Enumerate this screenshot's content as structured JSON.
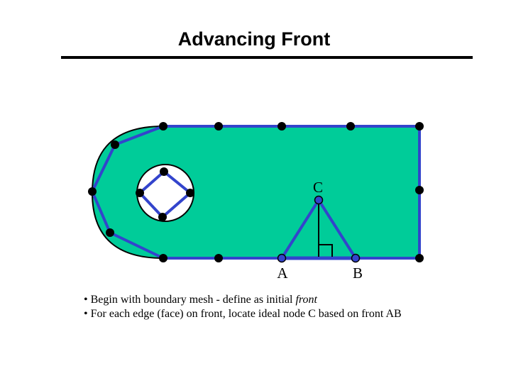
{
  "title": "Advancing Front",
  "diagram": {
    "colors": {
      "fill": "#00cc99",
      "edge": "#3344cc",
      "outline": "#000000",
      "node": "#000000",
      "accent_node": "#3344cc"
    },
    "labels": {
      "a": "A",
      "b": "B",
      "c": "C"
    }
  },
  "bullets": [
    {
      "bullet": "•",
      "text": "Begin with boundary mesh - define as initial ",
      "emph": "front"
    },
    {
      "bullet": "•",
      "text": "For each edge (face) on front, locate ideal node C based on front AB"
    }
  ]
}
